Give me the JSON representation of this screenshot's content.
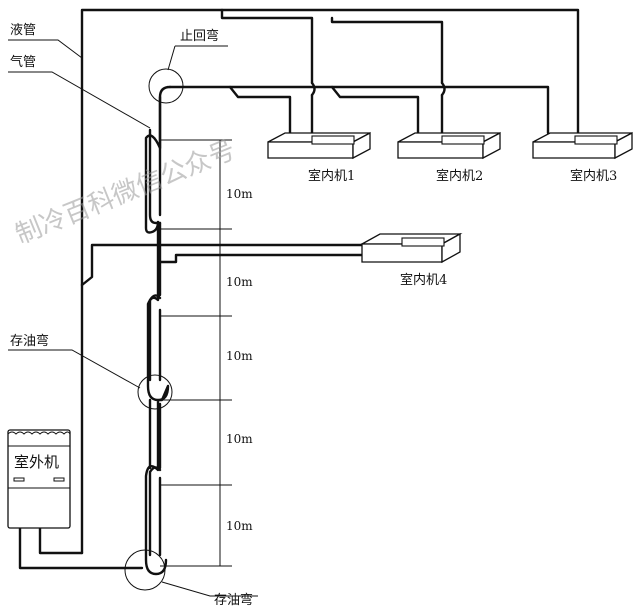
{
  "labels": {
    "liquid_pipe": "液管",
    "gas_pipe": "气管",
    "check_bend": "止回弯",
    "oil_trap_mid": "存油弯",
    "oil_trap_bottom": "存油弯",
    "outdoor_unit": "室外机",
    "indoor_1": "室内机1",
    "indoor_2": "室内机2",
    "indoor_3": "室内机3",
    "indoor_4": "室内机4"
  },
  "dimensions": [
    "10m",
    "10m",
    "10m",
    "10m",
    "10m"
  ],
  "watermark": "制冷百科微信公众号"
}
